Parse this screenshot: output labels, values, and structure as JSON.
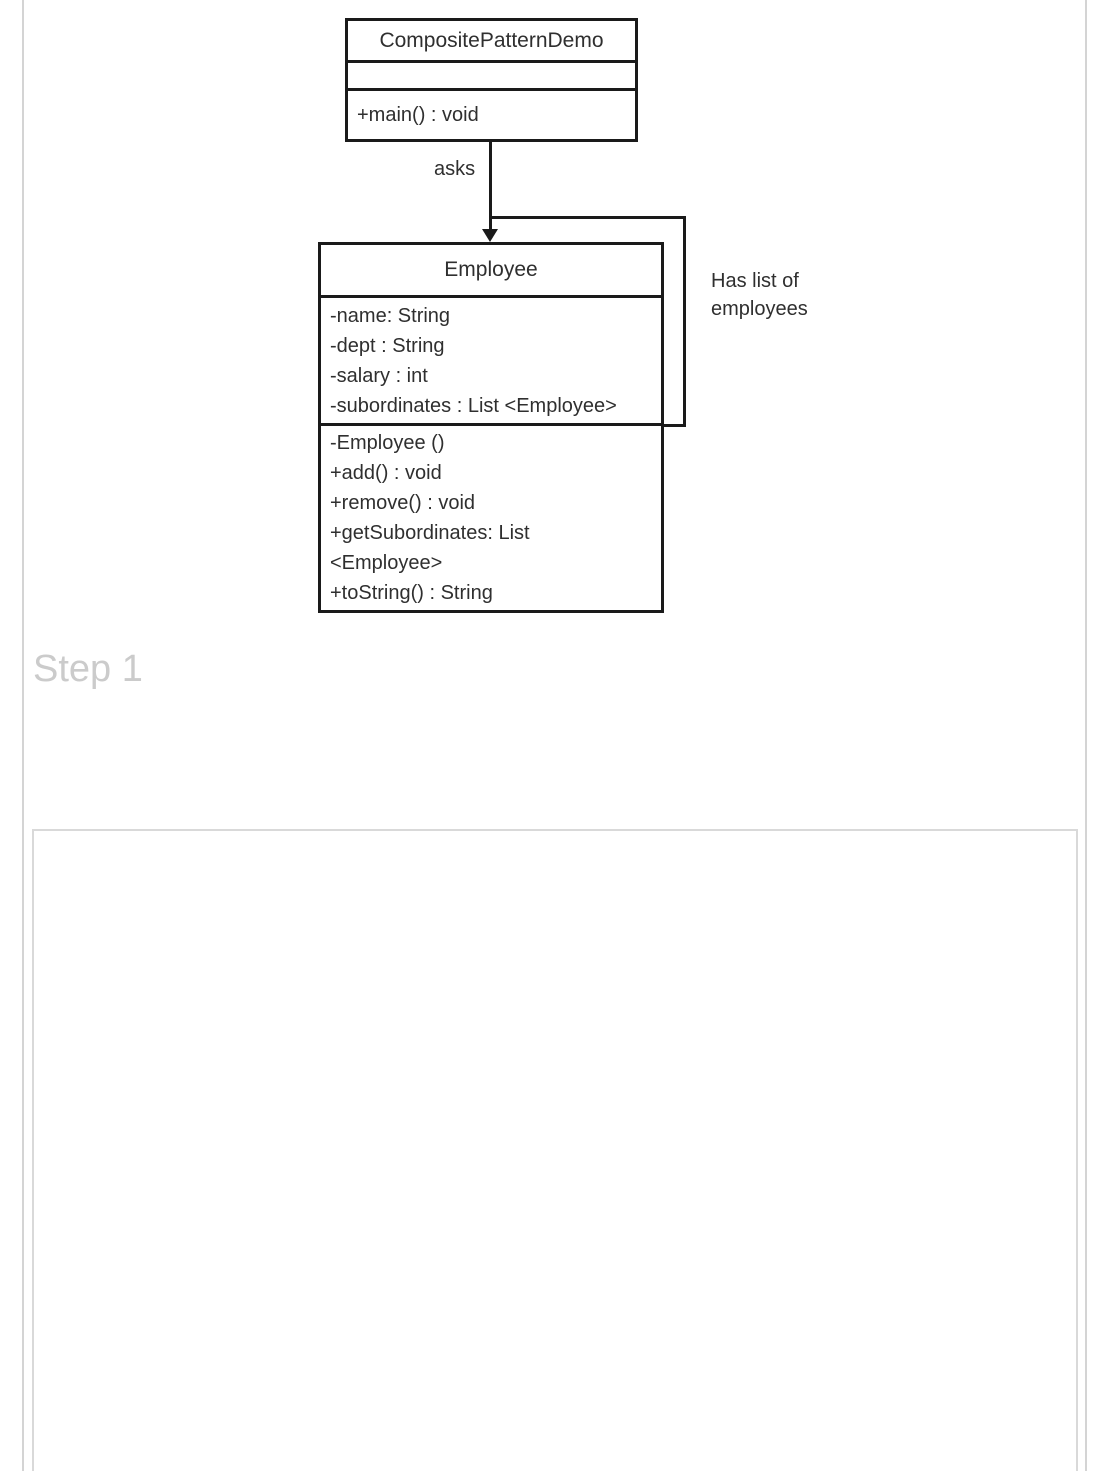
{
  "page": {
    "step_label": "Step 1"
  },
  "diagram": {
    "demo_class": {
      "name": "CompositePatternDemo",
      "method": "+main() : void"
    },
    "employee_class": {
      "name": "Employee",
      "attributes": [
        "-name: String",
        "-dept : String",
        "-salary : int",
        "-subordinates : List <Employee>"
      ],
      "methods": [
        "-Employee ()",
        "+add() : void",
        "+remove() : void",
        "+getSubordinates: List",
        "<Employee>",
        "+toString() : String"
      ]
    },
    "labels": {
      "asks": "asks",
      "self_association": "Has list of employees"
    },
    "colors": {
      "uml_line": "#1a1a1a",
      "uml_text": "#2f2f2f",
      "step_text": "#cbcbcb",
      "panel_border": "#d9d9d9",
      "page_border": "#d4d4d4"
    }
  }
}
